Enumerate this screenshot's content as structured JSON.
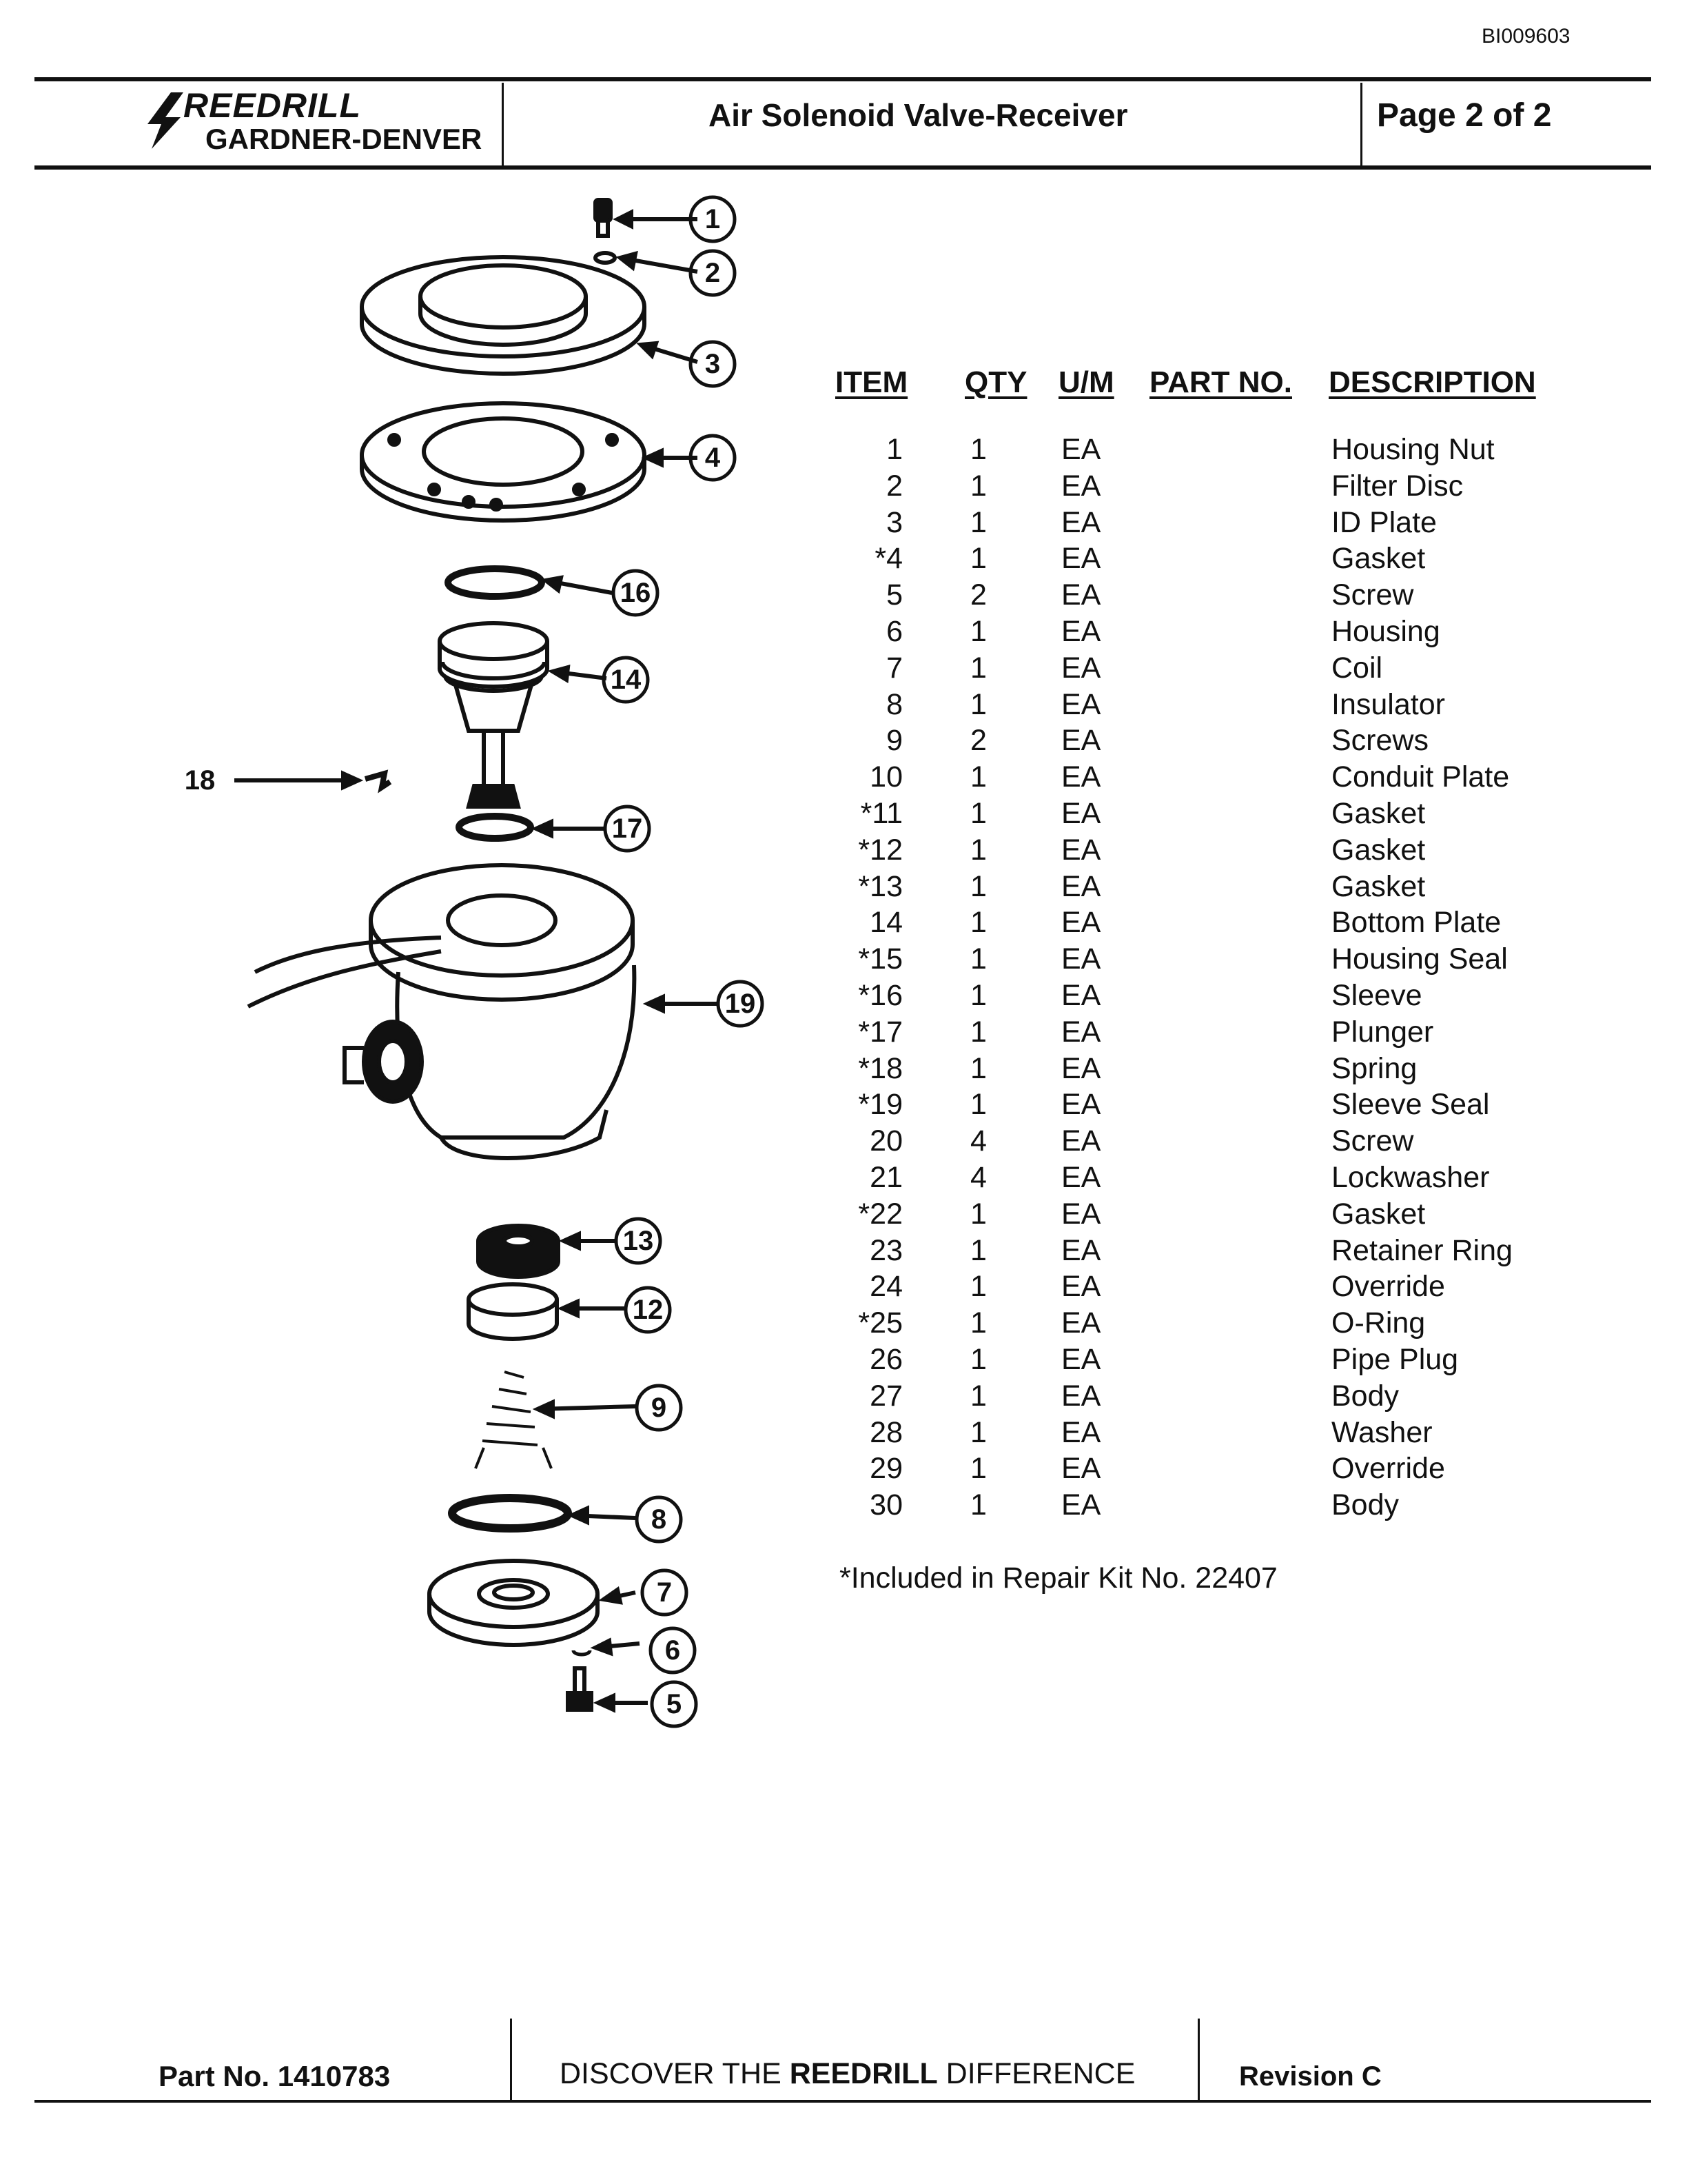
{
  "doc_id": "BI009603",
  "header": {
    "brand_primary": "REEDRILL",
    "brand_secondary": "GARDNER-DENVER",
    "title": "Air Solenoid Valve-Receiver",
    "page": "Page 2 of 2"
  },
  "table": {
    "columns": [
      "ITEM",
      "QTY",
      "U/M",
      "PART NO.",
      "DESCRIPTION"
    ],
    "rows": [
      {
        "item": "1",
        "qty": "1",
        "um": "EA",
        "part_no": "",
        "desc": "Housing Nut"
      },
      {
        "item": "2",
        "qty": "1",
        "um": "EA",
        "part_no": "",
        "desc": "Filter Disc"
      },
      {
        "item": "3",
        "qty": "1",
        "um": "EA",
        "part_no": "",
        "desc": "ID Plate"
      },
      {
        "item": "*4",
        "qty": "1",
        "um": "EA",
        "part_no": "",
        "desc": "Gasket"
      },
      {
        "item": "5",
        "qty": "2",
        "um": "EA",
        "part_no": "",
        "desc": "Screw"
      },
      {
        "item": "6",
        "qty": "1",
        "um": "EA",
        "part_no": "",
        "desc": "Housing"
      },
      {
        "item": "7",
        "qty": "1",
        "um": "EA",
        "part_no": "",
        "desc": "Coil"
      },
      {
        "item": "8",
        "qty": "1",
        "um": "EA",
        "part_no": "",
        "desc": "Insulator"
      },
      {
        "item": "9",
        "qty": "2",
        "um": "EA",
        "part_no": "",
        "desc": "Screws"
      },
      {
        "item": "10",
        "qty": "1",
        "um": "EA",
        "part_no": "",
        "desc": "Conduit Plate"
      },
      {
        "item": "*11",
        "qty": "1",
        "um": "EA",
        "part_no": "",
        "desc": "Gasket"
      },
      {
        "item": "*12",
        "qty": "1",
        "um": "EA",
        "part_no": "",
        "desc": "Gasket"
      },
      {
        "item": "*13",
        "qty": "1",
        "um": "EA",
        "part_no": "",
        "desc": "Gasket"
      },
      {
        "item": "14",
        "qty": "1",
        "um": "EA",
        "part_no": "",
        "desc": "Bottom Plate"
      },
      {
        "item": "*15",
        "qty": "1",
        "um": "EA",
        "part_no": "",
        "desc": "Housing Seal"
      },
      {
        "item": "*16",
        "qty": "1",
        "um": "EA",
        "part_no": "",
        "desc": "Sleeve"
      },
      {
        "item": "*17",
        "qty": "1",
        "um": "EA",
        "part_no": "",
        "desc": "Plunger"
      },
      {
        "item": "*18",
        "qty": "1",
        "um": "EA",
        "part_no": "",
        "desc": "Spring"
      },
      {
        "item": "*19",
        "qty": "1",
        "um": "EA",
        "part_no": "",
        "desc": "Sleeve Seal"
      },
      {
        "item": "20",
        "qty": "4",
        "um": "EA",
        "part_no": "",
        "desc": "Screw"
      },
      {
        "item": "21",
        "qty": "4",
        "um": "EA",
        "part_no": "",
        "desc": "Lockwasher"
      },
      {
        "item": "*22",
        "qty": "1",
        "um": "EA",
        "part_no": "",
        "desc": "Gasket"
      },
      {
        "item": "23",
        "qty": "1",
        "um": "EA",
        "part_no": "",
        "desc": "Retainer Ring"
      },
      {
        "item": "24",
        "qty": "1",
        "um": "EA",
        "part_no": "",
        "desc": "Override"
      },
      {
        "item": "*25",
        "qty": "1",
        "um": "EA",
        "part_no": "",
        "desc": "O-Ring"
      },
      {
        "item": "26",
        "qty": "1",
        "um": "EA",
        "part_no": "",
        "desc": "Pipe Plug"
      },
      {
        "item": "27",
        "qty": "1",
        "um": "EA",
        "part_no": "",
        "desc": "Body"
      },
      {
        "item": "28",
        "qty": "1",
        "um": "EA",
        "part_no": "",
        "desc": "Washer"
      },
      {
        "item": "29",
        "qty": "1",
        "um": "EA",
        "part_no": "",
        "desc": "Override"
      },
      {
        "item": "30",
        "qty": "1",
        "um": "EA",
        "part_no": "",
        "desc": "Body"
      }
    ]
  },
  "footnote": "*Included in Repair Kit No. 22407",
  "diagram": {
    "callouts": [
      "1",
      "2",
      "3",
      "4",
      "16",
      "14",
      "18",
      "17",
      "19",
      "13",
      "12",
      "9",
      "8",
      "7",
      "6",
      "5"
    ]
  },
  "footer": {
    "part_no": "Part No. 1410783",
    "slogan_pre": "DISCOVER THE",
    "slogan_brand": "REEDRILL",
    "slogan_post": "DIFFERENCE",
    "revision": "Revision C"
  }
}
